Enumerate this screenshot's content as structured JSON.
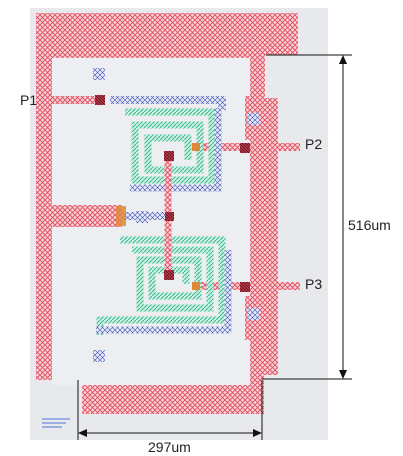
{
  "ports": {
    "p1": "P1",
    "p2": "P2",
    "p3": "P3"
  },
  "dimensions": {
    "height": "516um",
    "width": "297um"
  },
  "colors": {
    "metal_hatch": "#e24b5e",
    "metal_bg": "#f6d4d8",
    "coil_green": "#2fb58c",
    "coil_blue": "#3d4fb0",
    "via_dark": "#8b1e2a",
    "via_orange": "#e0883a",
    "substrate": "#e8e9ec"
  }
}
